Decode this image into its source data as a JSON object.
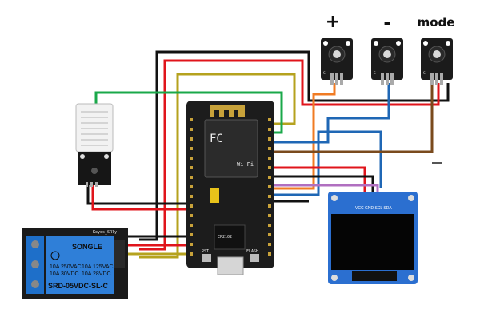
{
  "buttons": {
    "plus_label": "+",
    "minus_label": "-",
    "mode_label": "mode"
  },
  "mcu": {
    "fc_mark": "FC",
    "wifi_mark": "Wi Fi",
    "rst_label": "RST",
    "flash_label": "FLASH",
    "cp_label": "CP2102"
  },
  "relay": {
    "brand": "SONGLE",
    "model": "SRD-05VDC-SL-C",
    "rating1": "10A 250VAC",
    "rating2": "10A 125VAC",
    "rating3": "10A 30VDC",
    "rating4": "10A 28VDC",
    "top_text": "Keyes_SRly"
  },
  "oled": {
    "pins": "VCC GND SCL SDA"
  },
  "button_module": {
    "pin_s": "S",
    "pin_minus": "-"
  },
  "colors": {
    "wire_black": "#111111",
    "wire_red": "#e0141b",
    "wire_yellow": "#b5a21e",
    "wire_green": "#1aa84a",
    "wire_blue": "#1f67b5",
    "wire_orange": "#f07b23",
    "wire_brown": "#7a4a1d",
    "wire_purple": "#b06fc0",
    "board": "#1c1c1c",
    "relay_blue": "#1e6fc9",
    "oled_blue": "#2b6fd0"
  }
}
